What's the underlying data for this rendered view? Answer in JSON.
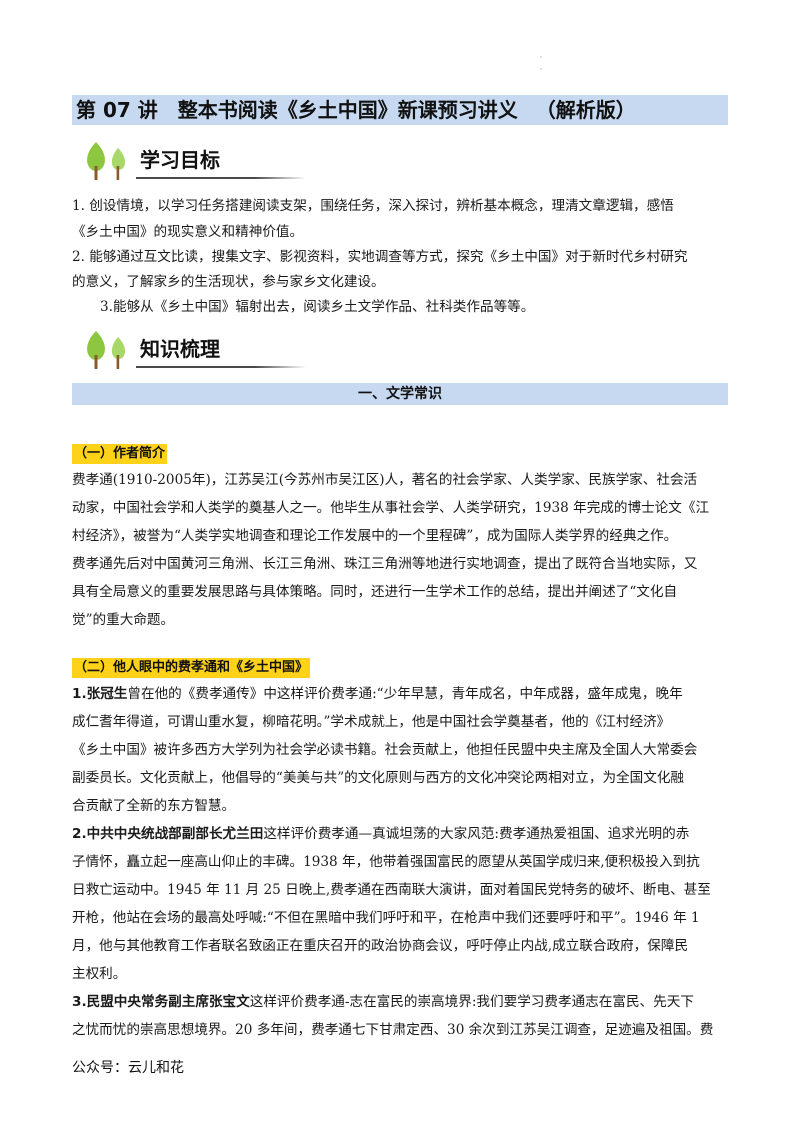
{
  "header": {
    "dots": [
      "·",
      "·"
    ],
    "title_part1": "第 07 讲　整本书阅读《乡土中国》新课预习讲义",
    "title_part2": "（解析版）"
  },
  "section_goals": {
    "heading": "学习目标",
    "icon": "tree-icon",
    "lines": [
      "1. 创设情境，以学习任务搭建阅读支架，围绕任务，深入探讨，辨析基本概念，理清文章逻辑，感悟",
      "《乡土中国》的现实意义和精神价值。",
      "2. 能够通过互文比读，搜集文字、影视资料，实地调查等方式，探究《乡土中国》对于新时代乡村研究",
      "的意义，了解家乡的生活现状，参与家乡文化建设。",
      "3.能够从《乡土中国》辐射出去，阅读乡土文学作品、社科类作品等等。"
    ]
  },
  "section_knowledge": {
    "heading": "知识梳理",
    "icon": "tree-icon",
    "banner": "一、文学常识"
  },
  "author_intro": {
    "label": "（一）作者简介",
    "lines": [
      "费孝通(1910-2005年)，江苏吴江(今苏州市吴江区)人，著名的社会学家、人类学家、民族学家、社会活",
      "动家，中国社会学和人类学的奠基人之一。他毕生从事社会学、人类学研究，1938 年完成的博士论文《江",
      "村经济》，被誉为“人类学实地调查和理论工作发展中的一个里程碑”，成为国际人类学界的经典之作。",
      "费孝通先后对中国黄河三角洲、长江三角洲、珠江三角洲等地进行实地调查，提出了既符合当地实际，又",
      "具有全局意义的重要发展思路与具体策略。同时，还进行一生学术工作的总结，提出并阐述了“文化自",
      "觉”的重大命题。"
    ]
  },
  "others_view": {
    "label": "（二）他人眼中的费孝通和《乡土中国》",
    "p1_lead": "1.张冠生",
    "p1_lines": [
      "曾在他的《费孝通传》中这样评价费孝通:“少年早慧，青年成名，中年成器，盛年成鬼，晚年",
      "成仁耆年得道，可谓山重水复，柳暗花明。”学术成就上，他是中国社会学奠基者，他的《江村经济》",
      "《乡土中国》被许多西方大学列为社会学必读书籍。社会贡献上，他担任民盟中央主席及全国人大常委会",
      "副委员长。文化贡献上，他倡导的“美美与共”的文化原则与西方的文化冲突论两相对立，为全国文化融",
      "合贡献了全新的东方智慧。"
    ],
    "p2_lead": "2.中共中央统战部副部长尤兰田",
    "p2_lines": [
      "这样评价费孝通—真诚坦荡的大家风范:费孝通热爱祖国、追求光明的赤",
      "子情怀，矗立起一座高山仰止的丰碑。1938 年，他带着强国富民的愿望从英国学成归来,便积极投入到抗",
      "日救亡运动中。1945 年 11 月 25 日晚上,费孝通在西南联大演讲，面对着国民党特务的破坏、断电、甚至",
      "开枪，他站在会场的最高处呼喊:“不但在黑暗中我们呼吁和平，在枪声中我们还要呼吁和平”。1946 年 1",
      "月，他与其他教育工作者联名致函正在重庆召开的政治协商会议，呼吁停止内战,成立联合政府，保障民",
      "主权利。"
    ],
    "p3_lead": "3.民盟中央常务副主席张宝文",
    "p3_lines": [
      "这样评价费孝通-志在富民的崇高境界:我们要学习费孝通志在富民、先天下",
      "之忧而忧的崇高思想境界。20 多年间，费孝通七下甘肃定西、30 余次到江苏吴江调查，足迹遍及祖国。费"
    ]
  },
  "footer": {
    "text": "公众号：云儿和花"
  }
}
